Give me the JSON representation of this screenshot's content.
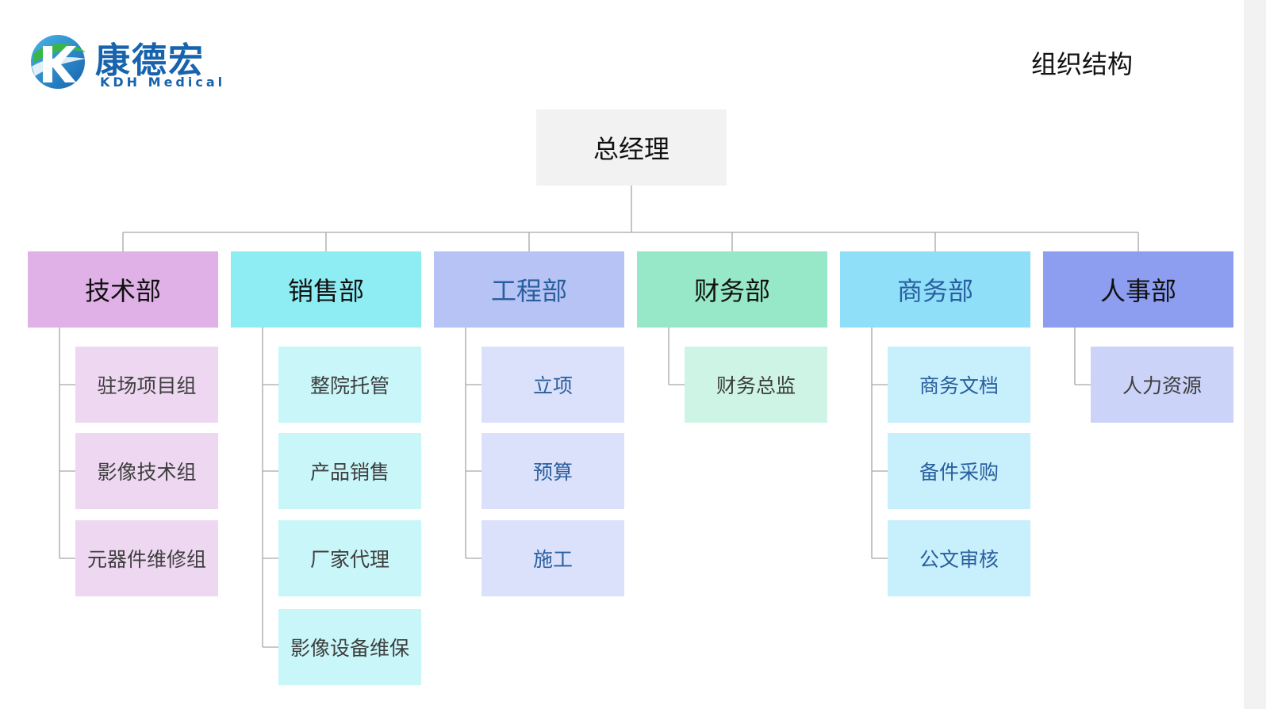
{
  "logo": {
    "name_cn": "康德宏",
    "name_en": "KDH Medical",
    "brand_color": "#1763ad",
    "accent_color": "#3ab54a"
  },
  "page_title": "组织结构",
  "org": {
    "root": {
      "label": "总经理",
      "color": "#f2f2f2"
    },
    "departments": [
      {
        "label": "技术部",
        "header_color": "#dfb1e6",
        "header_text_color": "#111111",
        "item_color": "#eed8f1",
        "item_text_color": "#3e3e3e",
        "items": [
          "驻场项目组",
          "影像技术组",
          "元器件维修组"
        ]
      },
      {
        "label": "销售部",
        "header_color": "#8eecf3",
        "header_text_color": "#111111",
        "item_color": "#c9f6f9",
        "item_text_color": "#3e3e3e",
        "items": [
          "整院托管",
          "产品销售",
          "厂家代理",
          "影像设备维保"
        ]
      },
      {
        "label": "工程部",
        "header_color": "#b7c3f5",
        "header_text_color": "#2a5f9e",
        "item_color": "#dbe1fb",
        "item_text_color": "#2a5f9e",
        "items": [
          "立项",
          "预算",
          "施工"
        ]
      },
      {
        "label": "财务部",
        "header_color": "#96e8c8",
        "header_text_color": "#111111",
        "item_color": "#cdf4e4",
        "item_text_color": "#3e3e3e",
        "items": [
          "财务总监"
        ]
      },
      {
        "label": "商务部",
        "header_color": "#8fdff9",
        "header_text_color": "#2a5f9e",
        "item_color": "#c8effc",
        "item_text_color": "#2a5f9e",
        "items": [
          "商务文档",
          "备件采购",
          "公文审核"
        ]
      },
      {
        "label": "人事部",
        "header_color": "#8d9ef0",
        "header_text_color": "#111111",
        "item_color": "#ccd3f8",
        "item_text_color": "#3e3e3e",
        "items": [
          "人力资源"
        ]
      }
    ]
  }
}
